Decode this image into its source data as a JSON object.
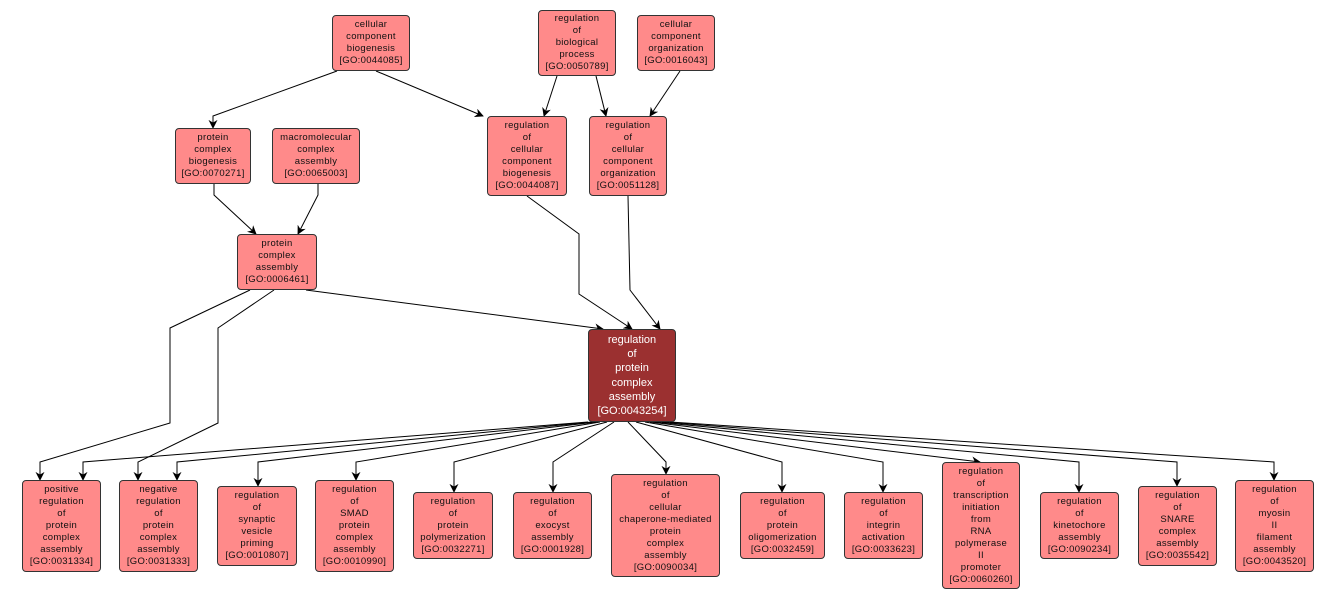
{
  "graph": {
    "title": "GO term ancestor/descendant graph",
    "colors": {
      "node_fill": "#ff8a8a",
      "focus_fill": "#9b3030",
      "edge": "#000000",
      "border": "#333333"
    },
    "nodes": [
      {
        "id": "GO:0044085",
        "lines": [
          "cellular",
          "component",
          "biogenesis",
          "[GO:0044085]"
        ]
      },
      {
        "id": "GO:0050789",
        "lines": [
          "regulation",
          "of",
          "biological",
          "process",
          "[GO:0050789]"
        ]
      },
      {
        "id": "GO:0016043",
        "lines": [
          "cellular",
          "component",
          "organization",
          "[GO:0016043]"
        ]
      },
      {
        "id": "GO:0070271",
        "lines": [
          "protein",
          "complex",
          "biogenesis",
          "[GO:0070271]"
        ]
      },
      {
        "id": "GO:0065003",
        "lines": [
          "macromolecular",
          "complex",
          "assembly",
          "[GO:0065003]"
        ]
      },
      {
        "id": "GO:0044087",
        "lines": [
          "regulation",
          "of",
          "cellular",
          "component",
          "biogenesis",
          "[GO:0044087]"
        ]
      },
      {
        "id": "GO:0051128",
        "lines": [
          "regulation",
          "of",
          "cellular",
          "component",
          "organization",
          "[GO:0051128]"
        ]
      },
      {
        "id": "GO:0006461",
        "lines": [
          "protein",
          "complex",
          "assembly",
          "[GO:0006461]"
        ]
      },
      {
        "id": "GO:0043254",
        "lines": [
          "regulation",
          "of",
          "protein",
          "complex",
          "assembly",
          "[GO:0043254]"
        ],
        "focus": true
      },
      {
        "id": "GO:0031334",
        "lines": [
          "positive",
          "regulation",
          "of",
          "protein",
          "complex",
          "assembly",
          "[GO:0031334]"
        ]
      },
      {
        "id": "GO:0031333",
        "lines": [
          "negative",
          "regulation",
          "of",
          "protein",
          "complex",
          "assembly",
          "[GO:0031333]"
        ]
      },
      {
        "id": "GO:0010807",
        "lines": [
          "regulation",
          "of",
          "synaptic",
          "vesicle",
          "priming",
          "[GO:0010807]"
        ]
      },
      {
        "id": "GO:0010990",
        "lines": [
          "regulation",
          "of",
          "SMAD",
          "protein",
          "complex",
          "assembly",
          "[GO:0010990]"
        ]
      },
      {
        "id": "GO:0032271",
        "lines": [
          "regulation",
          "of",
          "protein",
          "polymerization",
          "[GO:0032271]"
        ]
      },
      {
        "id": "GO:0001928",
        "lines": [
          "regulation",
          "of",
          "exocyst",
          "assembly",
          "[GO:0001928]"
        ]
      },
      {
        "id": "GO:0090034",
        "lines": [
          "regulation",
          "of",
          "cellular",
          "chaperone-mediated",
          "protein",
          "complex",
          "assembly",
          "[GO:0090034]"
        ]
      },
      {
        "id": "GO:0032459",
        "lines": [
          "regulation",
          "of",
          "protein",
          "oligomerization",
          "[GO:0032459]"
        ]
      },
      {
        "id": "GO:0033623",
        "lines": [
          "regulation",
          "of",
          "integrin",
          "activation",
          "[GO:0033623]"
        ]
      },
      {
        "id": "GO:0060260",
        "lines": [
          "regulation",
          "of",
          "transcription",
          "initiation",
          "from",
          "RNA",
          "polymerase",
          "II",
          "promoter",
          "[GO:0060260]"
        ]
      },
      {
        "id": "GO:0090234",
        "lines": [
          "regulation",
          "of",
          "kinetochore",
          "assembly",
          "[GO:0090234]"
        ]
      },
      {
        "id": "GO:0035542",
        "lines": [
          "regulation",
          "of",
          "SNARE",
          "complex",
          "assembly",
          "[GO:0035542]"
        ]
      },
      {
        "id": "GO:0043520",
        "lines": [
          "regulation",
          "of",
          "myosin",
          "II",
          "filament",
          "assembly",
          "[GO:0043520]"
        ]
      }
    ],
    "edges": [
      {
        "from": "GO:0044085",
        "to": "GO:0070271"
      },
      {
        "from": "GO:0044085",
        "to": "GO:0044087"
      },
      {
        "from": "GO:0050789",
        "to": "GO:0044087"
      },
      {
        "from": "GO:0050789",
        "to": "GO:0051128"
      },
      {
        "from": "GO:0016043",
        "to": "GO:0051128"
      },
      {
        "from": "GO:0070271",
        "to": "GO:0006461"
      },
      {
        "from": "GO:0065003",
        "to": "GO:0006461"
      },
      {
        "from": "GO:0006461",
        "to": "GO:0043254"
      },
      {
        "from": "GO:0044087",
        "to": "GO:0043254"
      },
      {
        "from": "GO:0051128",
        "to": "GO:0043254"
      },
      {
        "from": "GO:0006461",
        "to": "GO:0031334"
      },
      {
        "from": "GO:0006461",
        "to": "GO:0031333"
      },
      {
        "from": "GO:0043254",
        "to": "GO:0031334"
      },
      {
        "from": "GO:0043254",
        "to": "GO:0031333"
      },
      {
        "from": "GO:0043254",
        "to": "GO:0010807"
      },
      {
        "from": "GO:0043254",
        "to": "GO:0010990"
      },
      {
        "from": "GO:0043254",
        "to": "GO:0032271"
      },
      {
        "from": "GO:0043254",
        "to": "GO:0001928"
      },
      {
        "from": "GO:0043254",
        "to": "GO:0090034"
      },
      {
        "from": "GO:0043254",
        "to": "GO:0032459"
      },
      {
        "from": "GO:0043254",
        "to": "GO:0033623"
      },
      {
        "from": "GO:0043254",
        "to": "GO:0060260"
      },
      {
        "from": "GO:0043254",
        "to": "GO:0090234"
      },
      {
        "from": "GO:0043254",
        "to": "GO:0035542"
      },
      {
        "from": "GO:0043254",
        "to": "GO:0043520"
      }
    ]
  }
}
